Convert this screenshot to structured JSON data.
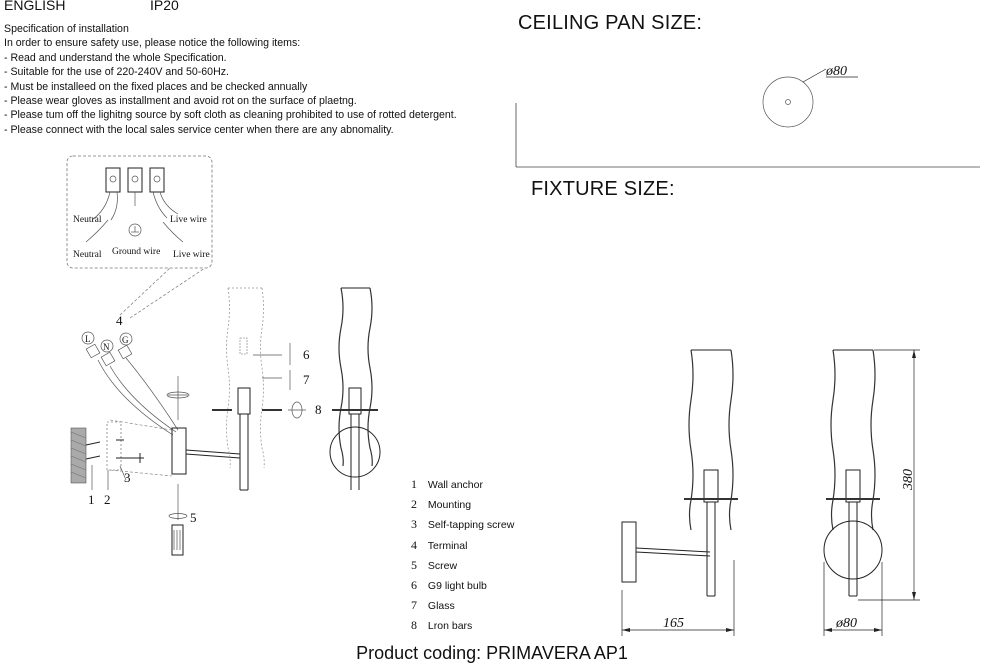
{
  "header": {
    "language": "ENGLISH",
    "rating": "IP20"
  },
  "spec": {
    "title": "Specification of installation",
    "intro": "In order to ensure safety use, please notice the following items:",
    "items": [
      "- Read and understand the whole Specification.",
      "- Suitable for the use of 220-240V and 50-60Hz.",
      "- Must be installeed on the fixed places and be checked annually",
      "- Please wear gloves as installment and avoid rot on the surface of plaetng.",
      "- Please tum off the lighitng source by soft cloth as cleaning prohibited to use of rotted detergent.",
      "- Please connect with the local sales service center when there are any abnomality."
    ]
  },
  "ceiling": {
    "title": "CEILING PAN SIZE:",
    "diameter": "ø80"
  },
  "fixture": {
    "title": "FIXTURE SIZE:",
    "height": "380",
    "depth": "165",
    "diameter": "ø80"
  },
  "wiring": {
    "neutral": "Neutral",
    "live": "Live wire",
    "ground": "Ground wire",
    "terminals": [
      "L",
      "N",
      "G"
    ]
  },
  "callouts": [
    "1",
    "2",
    "3",
    "4",
    "5",
    "6",
    "7",
    "8"
  ],
  "legend": [
    {
      "num": "1",
      "label": "Wall anchor"
    },
    {
      "num": "2",
      "label": "Mounting"
    },
    {
      "num": "3",
      "label": "Self-tapping screw"
    },
    {
      "num": "4",
      "label": "Terminal"
    },
    {
      "num": "5",
      "label": "Screw"
    },
    {
      "num": "6",
      "label": "G9 light bulb"
    },
    {
      "num": "7",
      "label": "Glass"
    },
    {
      "num": "8",
      "label": "Lron bars"
    }
  ],
  "coding": "Product coding: PRIMAVERA AP1"
}
